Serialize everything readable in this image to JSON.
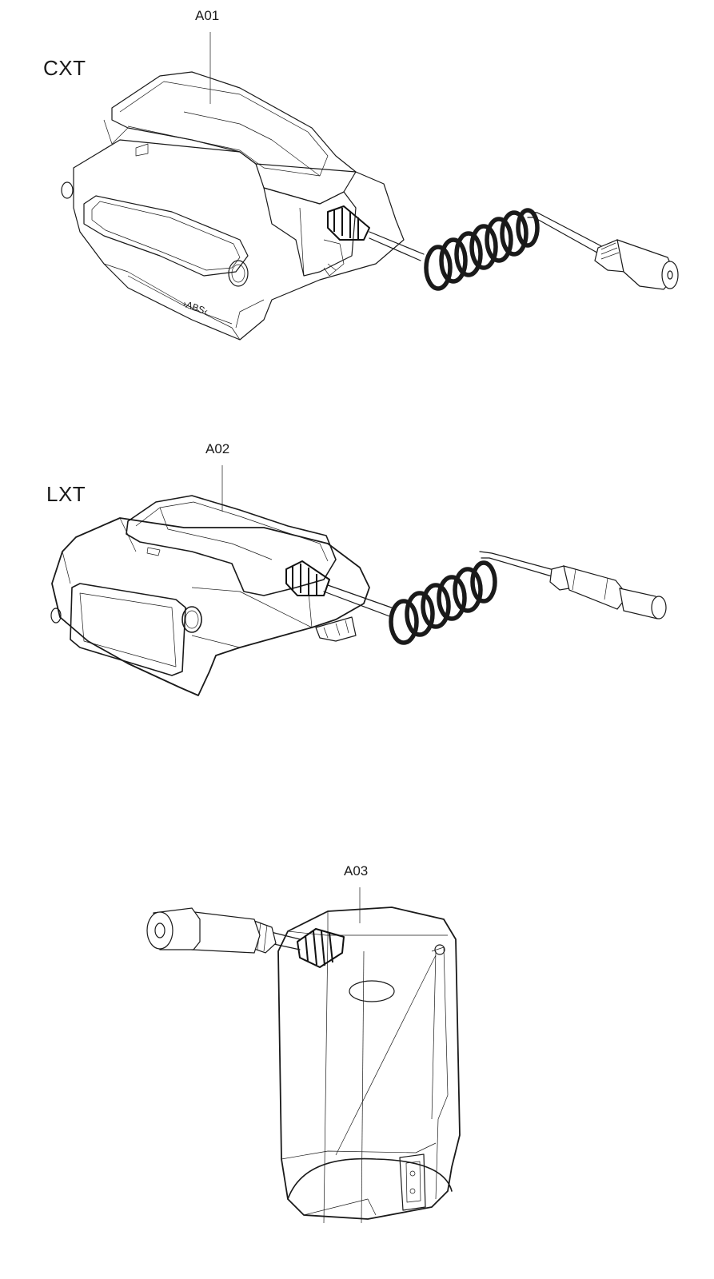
{
  "diagrams": [
    {
      "part_id": "A01",
      "series": "CXT",
      "housing_mark": "›ABS‹"
    },
    {
      "part_id": "A02",
      "series": "LXT"
    },
    {
      "part_id": "A03"
    }
  ],
  "colors": {
    "line": "#1a1a1a",
    "background": "#ffffff"
  }
}
